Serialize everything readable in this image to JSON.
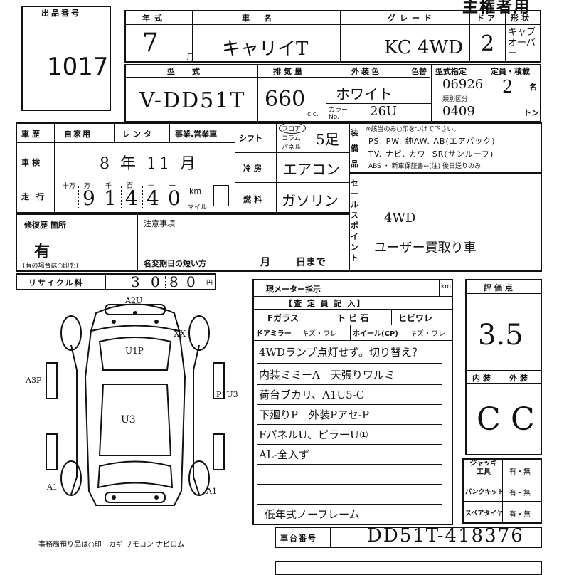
{
  "header": {
    "lot_label": "出品番号",
    "lot_number": "1017",
    "title_right": "主権者用",
    "year_label": "年式",
    "make_label": "車名",
    "grade_label": "グレード",
    "door_label": "ドア",
    "shape_label": "形状",
    "year_value": "7",
    "month_unit": "月",
    "make_value": "キャリイT",
    "grade_value": "KC 4WD",
    "door_value": "2",
    "shape_value": "キャブオーバー"
  },
  "model_row": {
    "model_label": "型式",
    "displacement_label": "排気量",
    "ext_color_label": "外装色",
    "color_change_label": "色替",
    "type_designation_label": "型式指定",
    "capacity_label": "定員・積載",
    "model_value": "V-DD51T",
    "displacement_value": "660",
    "cc_unit": "c.c.",
    "ext_color_value": "ホワイト",
    "color_no_label": "カラーNo.",
    "color_no_value": "26U",
    "type_designation_value": "06926",
    "class_no_label": "類別区分",
    "class_no_value": "0409",
    "seats_value": "2",
    "seats_unit": "名",
    "load_unit": "トン"
  },
  "history": {
    "history_label": "車歴",
    "history_options": [
      "自家用",
      "レンタ",
      "事業.営業車"
    ],
    "inspection_label": "車検",
    "inspection_value": "8 年 11 月",
    "mileage_label": "走行",
    "mileage_place_labels": [
      "十万",
      "万",
      "千",
      "百",
      "十",
      "一"
    ],
    "mileage_digits": [
      "",
      "9",
      "1",
      "4",
      "4",
      "0"
    ],
    "km_unit": "km",
    "mile_unit": "マイル",
    "shift_label": "シフト",
    "shift_options": [
      "フロア",
      "コラム",
      "パネル"
    ],
    "shift_value": "5足",
    "ac_label": "冷房",
    "ac_value": "エアコン",
    "fuel_label": "燃料",
    "fuel_value": "ガソリン"
  },
  "equipment": {
    "label": "装備品",
    "note": "※該当のみ○印をつけて下さい。",
    "lines": [
      "PS. PW. 純AW. AB(エアバック)",
      "TV. ナビ. カワ. SR(サンルーフ)",
      "ABS ・ 新車保証書←(注) 後日送りのみ"
    ]
  },
  "sales_point": {
    "label": "セールスポイント",
    "line1": "4WD",
    "line2": "ユーザー買取り車"
  },
  "repair": {
    "label": "修復歴 箇所",
    "value": "有",
    "note": "(有の場合は○印を)",
    "notice_label": "注意事項",
    "name_change_label": "名変期日の短い方",
    "month_label": "月",
    "day_label": "日まで"
  },
  "recycle": {
    "label": "リサイクル料",
    "digits": [
      "",
      "3",
      "0",
      "8",
      "0"
    ],
    "unit": "円"
  },
  "inspector": {
    "meter_label": "現メーター指示",
    "km_unit": "km",
    "section_title": "【査 定 員 記 入】",
    "windshield_label": "Fガラス",
    "chip_label": "ト ビ 石",
    "crack_label": "ヒビワレ",
    "mirror_label": "ドアミラー",
    "mirror_options": "キズ・ワレ",
    "wheel_label": "ホイール(CP)",
    "wheel_options": "キズ・ワレ",
    "notes": [
      "4WDランプ点灯せず。切り替え？",
      "内装ミミーA　天張りワルミ",
      "荷台ブカリ、A1U5-C",
      "下廻りP　外装Pアセ-P",
      "FパネルU、ピラーU①",
      "AL-全入ず"
    ],
    "bottom_note": "低年式ノーフレーム"
  },
  "grade": {
    "label": "評価点",
    "value": "3.5",
    "interior_label": "内装",
    "exterior_label": "外装",
    "interior_value": "C",
    "exterior_value": "C"
  },
  "tools": {
    "jack_label": "ジャッキ工具",
    "puncture_label": "パンクキット",
    "spare_label": "スペアタイヤ",
    "option": "有・無"
  },
  "chassis": {
    "label": "車台番号",
    "value": "DD51T-418376"
  },
  "diagram": {
    "marks": [
      "A2U",
      "U1P",
      "A3P",
      "XX",
      "P1U3",
      "U3",
      "A1",
      "A1"
    ],
    "footer": "事務局預り品は○印　カギ リモコン ナビロム"
  }
}
